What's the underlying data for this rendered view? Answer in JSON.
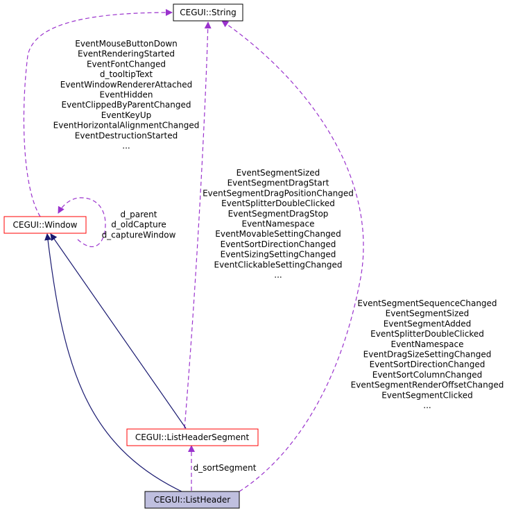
{
  "colors": {
    "dependency": "#9a32cd",
    "inheritance": "#191970",
    "focus_fill": "#bfbfdf",
    "class_border": "#ff0000"
  },
  "nodes": {
    "string": "CEGUI::String",
    "window": "CEGUI::Window",
    "segment": "CEGUI::ListHeaderSegment",
    "header": "CEGUI::ListHeader"
  },
  "labels": {
    "window_to_string": [
      "EventMouseButtonDown",
      "EventRenderingStarted",
      "EventFontChanged",
      "d_tooltipText",
      "EventWindowRendererAttached",
      "EventHidden",
      "EventClippedByParentChanged",
      "EventKeyUp",
      "EventHorizontalAlignmentChanged",
      "EventDestructionStarted",
      "..."
    ],
    "window_self": [
      "d_parent",
      "d_oldCapture",
      "d_captureWindow"
    ],
    "segment_to_string": [
      "EventSegmentSized",
      "EventSegmentDragStart",
      "EventSegmentDragPositionChanged",
      "EventSplitterDoubleClicked",
      "EventSegmentDragStop",
      "EventNamespace",
      "EventMovableSettingChanged",
      "EventSortDirectionChanged",
      "EventSizingSettingChanged",
      "EventClickableSettingChanged",
      "..."
    ],
    "header_to_string": [
      "EventSegmentSequenceChanged",
      "EventSegmentSized",
      "EventSegmentAdded",
      "EventSplitterDoubleClicked",
      "EventNamespace",
      "EventDragSizeSettingChanged",
      "EventSortDirectionChanged",
      "EventSortColumnChanged",
      "EventSegmentRenderOffsetChanged",
      "EventSegmentClicked",
      "..."
    ],
    "header_to_segment": "d_sortSegment"
  }
}
